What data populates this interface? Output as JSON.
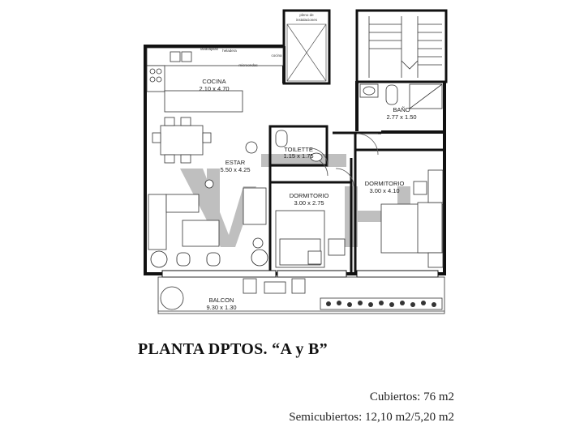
{
  "plan": {
    "rooms": [
      {
        "key": "cocina",
        "name": "COCINA",
        "dims": "2.10 x 4.70"
      },
      {
        "key": "estar",
        "name": "ESTAR",
        "dims": "5.50 x 4.25"
      },
      {
        "key": "toilette",
        "name": "TOILETTE",
        "dims": "1.15 x 1.75"
      },
      {
        "key": "dormitorio1",
        "name": "DORMITORIO",
        "dims": "3.00 x 2.75"
      },
      {
        "key": "dormitorio2",
        "name": "DORMITORIO",
        "dims": "3.00 x 4.10"
      },
      {
        "key": "bano",
        "name": "BAÑO",
        "dims": "2.77 x 1.50"
      },
      {
        "key": "balcon",
        "name": "BALCON",
        "dims": "9.30 x 1.30"
      }
    ],
    "plenum_label_line1": "pleno de",
    "plenum_label_line2": "instalaciones",
    "kitchen_small_labels": [
      "lavavajillas",
      "heladera",
      "microondas",
      "cocina"
    ],
    "watermark": "V"
  },
  "title": "PLANTA DPTOS. “A y B”",
  "areas": {
    "cubiertos": "Cubiertos: 76 m2",
    "semicubiertos": "Semicubiertos: 12,10 m2/5,20 m2"
  },
  "colors": {
    "wall": "#111111",
    "watermark": "#8c8c8c",
    "line": "#555555"
  }
}
